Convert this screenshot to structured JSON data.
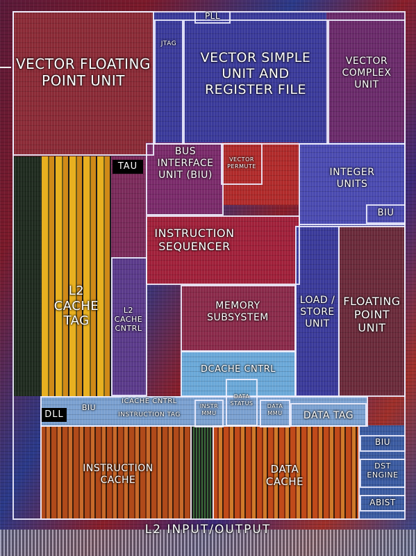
{
  "labels": {
    "vfpu": "VECTOR FLOATING\nPOINT UNIT",
    "pll": "PLL",
    "jtag": "JTAG",
    "vsu": "VECTOR SIMPLE\nUNIT AND\nREGISTER FILE",
    "vcu": "VECTOR\nCOMPLEX\nUNIT",
    "tau": "TAU",
    "biu_main": "BUS\nINTERFACE\nUNIT (BIU)",
    "vperm": "VECTOR\nPERMUTE",
    "integer": "INTEGER\nUNITS",
    "biu_right": "BIU",
    "iseq": "INSTRUCTION\nSEQUENCER",
    "l2tag": "L2\nCACHE\nTAG",
    "l2ctrl": "L2\nCACHE\nCNTRL",
    "memsub": "MEMORY\nSUBSYSTEM",
    "lsu": "LOAD /\nSTORE\nUNIT",
    "fpu": "FLOATING\nPOINT\nUNIT",
    "dcache_cntrl": "DCACHE CNTRL",
    "dll": "DLL",
    "biu_left": "BIU",
    "icache_cntrl": "ICACHE CNTRL",
    "instr_tag": "INSTRUCTION TAG",
    "instr_mmu": "INSTR\nMMU",
    "data_status": "DATA\nSTATUS",
    "data_mmu": "DATA\nMMU",
    "data_tag": "DATA TAG",
    "biu_bottom": "BIU",
    "dst_engine": "DST\nENGINE",
    "abist": "ABIST",
    "icache": "INSTRUCTION\nCACHE",
    "dcache": "DATA\nCACHE",
    "l2io": "L2 INPUT/OUTPUT"
  },
  "colors": {
    "cache_yellow": "#e8b020",
    "cache_orange": "#c06a20",
    "cache_red": "#a83a1a",
    "blue": "#2a4aa8",
    "light_blue": "#6aa8e0",
    "red": "#9a1f2a",
    "purple": "#5a2a7a"
  }
}
